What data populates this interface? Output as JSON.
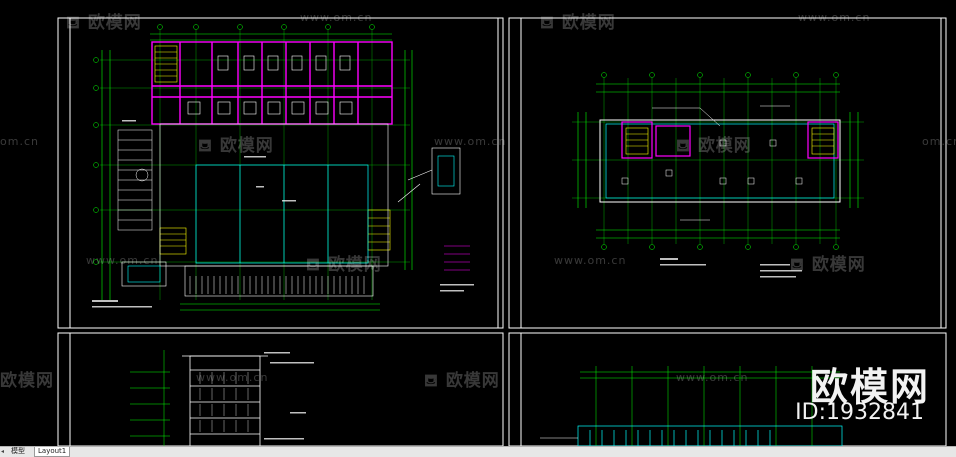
{
  "watermark": {
    "logo_text": "欧模网",
    "url_text": "www.om.cn",
    "url_short": "om.cn",
    "brand_big": "欧模网",
    "id_label": "ID:1932841"
  },
  "tabs": {
    "model_label": "模型",
    "layout_label": "Layout1"
  },
  "colors": {
    "background": "#000000",
    "frame": "#ffffff",
    "grid_line": "#00ff00",
    "wall": "#ff00ff",
    "dimension": "#00ffff",
    "stair": "#ffff00",
    "tabbar": "#e7e7e7"
  },
  "icons": {
    "sofa_logo": "sofa-logo-icon",
    "tab_nav": "tab-nav-arrow-icon"
  }
}
